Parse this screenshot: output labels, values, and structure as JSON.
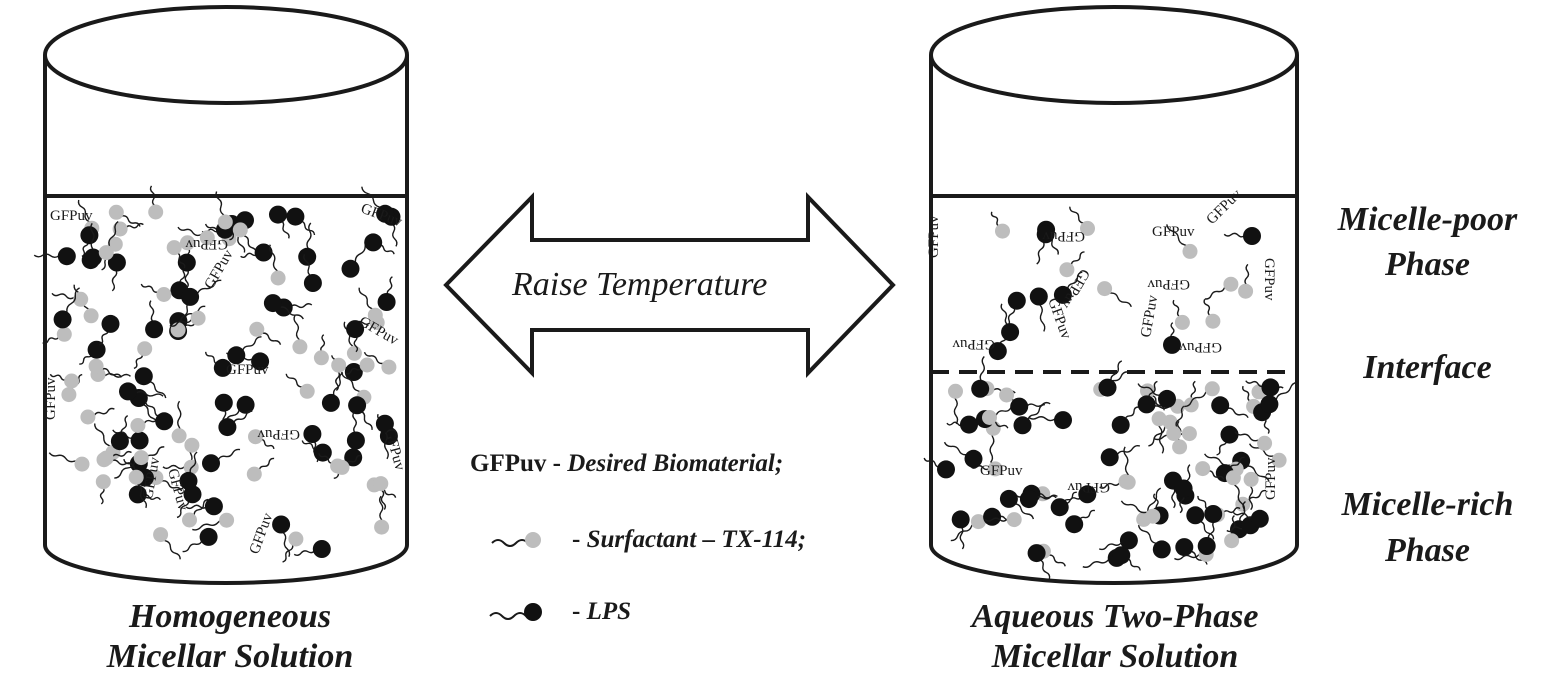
{
  "left_cylinder": {
    "caption_line1": "Homogeneous",
    "caption_line2": "Micellar Solution",
    "gfp_label": "GFPuv"
  },
  "right_cylinder": {
    "caption_line1": "Aqueous Two-Phase",
    "caption_line2": "Micellar Solution",
    "gfp_label": "GFPuv"
  },
  "arrow": {
    "label": "Raise Temperature"
  },
  "phases": {
    "poor_line1": "Micelle-poor",
    "poor_line2": "Phase",
    "interface": "Interface",
    "rich_line1": "Micelle-rich",
    "rich_line2": "Phase"
  },
  "legend": {
    "gfp_key": "GFPuv",
    "gfp_sep": "-",
    "gfp_desc": "Desired Biomaterial;",
    "surfactant_sep": "-",
    "surfactant_desc": "Surfactant – TX-114;",
    "lps_sep": "-",
    "lps_desc": "LPS"
  },
  "colors": {
    "outline": "#1a1a1a",
    "surfactant_head": "#bdbdbd",
    "lps_head": "#111111"
  }
}
